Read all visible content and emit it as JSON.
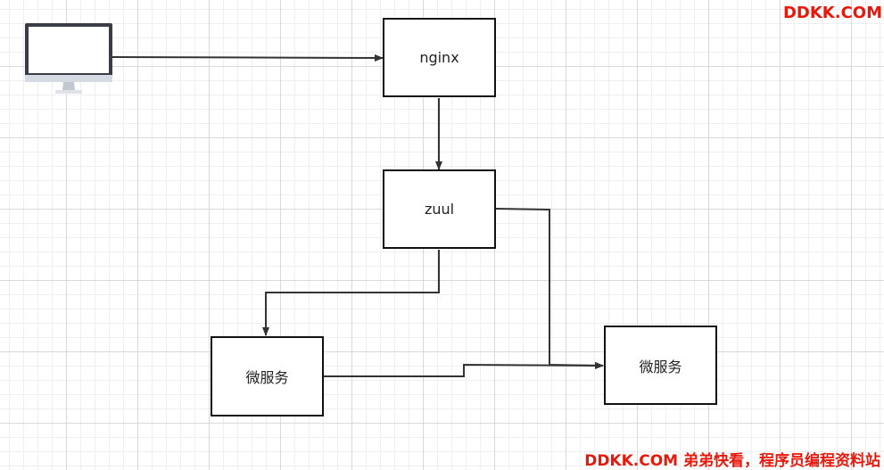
{
  "watermark": {
    "top": "DDKK.COM",
    "bottom": "DDKK.COM 弟弟快看，程序员编程资料站"
  },
  "nodes": {
    "nginx": "nginx",
    "zuul": "zuul",
    "service_left": "微服务",
    "service_right": "微服务"
  },
  "icons": {
    "client": "computer-monitor-icon"
  },
  "edges": [
    {
      "from": "client",
      "to": "nginx"
    },
    {
      "from": "nginx",
      "to": "zuul"
    },
    {
      "from": "zuul",
      "to": "service_left"
    },
    {
      "from": "zuul",
      "to": "service_right"
    },
    {
      "from": "service_left",
      "to": "service_right"
    }
  ]
}
